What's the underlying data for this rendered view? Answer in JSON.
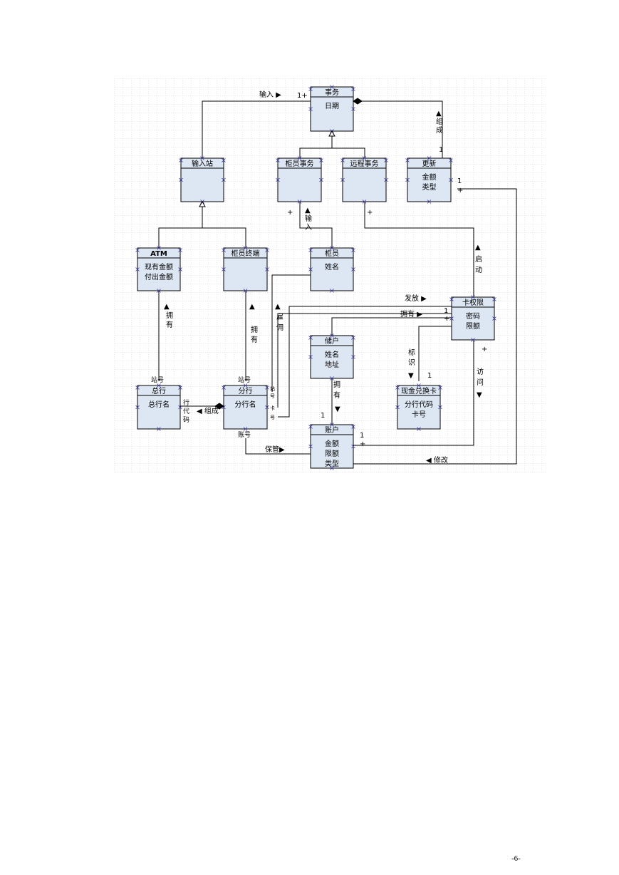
{
  "diagram": {
    "classes": [
      {
        "id": "shiwu",
        "name": "事务",
        "attrs": [
          "日期"
        ]
      },
      {
        "id": "shuruzhan",
        "name": "输入站",
        "attrs": []
      },
      {
        "id": "guiyuanshiwu",
        "name": "柜员事务",
        "attrs": []
      },
      {
        "id": "yuanchengshiwu",
        "name": "远程事务",
        "attrs": []
      },
      {
        "id": "gengxin",
        "name": "更新",
        "attrs": [
          "金额",
          "类型"
        ]
      },
      {
        "id": "atm",
        "name": "ATM",
        "attrs": [
          "现有金额",
          "付出金额"
        ]
      },
      {
        "id": "guiyuanzhongduan",
        "name": "柜员终端",
        "attrs": []
      },
      {
        "id": "guiyuan",
        "name": "柜员",
        "attrs": [
          "姓名"
        ]
      },
      {
        "id": "kaquanxian",
        "name": "卡权限",
        "attrs": [
          "密码",
          "限额"
        ]
      },
      {
        "id": "chuhu",
        "name": "储户",
        "attrs": [
          "姓名",
          "地址"
        ]
      },
      {
        "id": "xianjinduihuanka",
        "name": "现金兑换卡",
        "attrs": [
          "分行代码",
          "卡号"
        ]
      },
      {
        "id": "zonghang",
        "name": "总行",
        "attrs": [
          "总行名"
        ]
      },
      {
        "id": "fenhang",
        "name": "分行",
        "attrs": [
          "分行名"
        ]
      },
      {
        "id": "zhanghu",
        "name": "账户",
        "attrs": [
          "金额",
          "限额",
          "类型"
        ]
      }
    ],
    "labels": {
      "shuru_top": "输入 ▶",
      "one_plus_top": "1+",
      "zucheng_v": [
        "▲",
        "组",
        "成"
      ],
      "zucheng_h": "◀ 组成",
      "shuru_v": [
        "▲",
        "输",
        "入"
      ],
      "qidong_v": [
        "▲",
        "启",
        "动"
      ],
      "fafang": "发放 ▶",
      "yongyou_h": "拥有 ▶",
      "yongyou_atm": [
        "▲",
        "拥",
        "有"
      ],
      "yongyou_gz": [
        "▲",
        "拥",
        "有"
      ],
      "guyong": [
        "▲",
        "雇",
        "佣"
      ],
      "biaoshi": [
        "标",
        "识",
        "▼"
      ],
      "fangwen": [
        "访",
        "问",
        "▼"
      ],
      "yongyou_ch": [
        "拥",
        "有",
        "▼"
      ],
      "baoguan": "保管▶",
      "xiugai": "◀   修改",
      "zhanhao1": "站号",
      "zhanhao2": "站号",
      "zhanghao": "账号",
      "hangdaima": [
        "行",
        "代",
        "码"
      ],
      "fenhang_side": [
        "站",
        "号",
        "卡",
        "号"
      ],
      "one": "1",
      "plus": "+"
    }
  },
  "page_number": "-6-"
}
